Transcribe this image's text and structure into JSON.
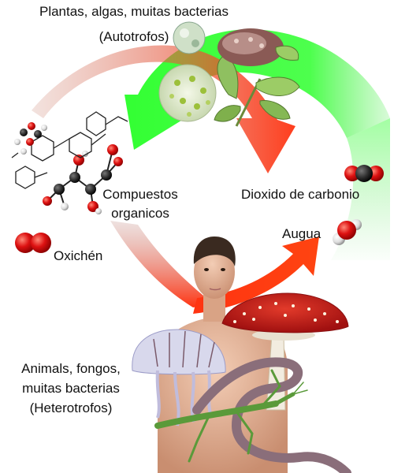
{
  "labels": {
    "autotrophs_line1": "Plantas, algas, muitas bacterias",
    "autotrophs_line2": "(Autotrofos)",
    "organic_line1": "Compuestos",
    "organic_line2": "organicos",
    "co2": "Dioxido de carbonio",
    "water": "Augua",
    "oxygen": "Oxichén",
    "heterotrophs_line1": "Animals, fongos,",
    "heterotrophs_line2": "muitas bacterias",
    "heterotrophs_line3": "(Heterotrofos)"
  },
  "colors": {
    "arrow_green": "#33ff33",
    "arrow_red": "#ff3311",
    "arrow_orange": "#dd6600",
    "oxygen_red": "#dd1111",
    "carbon_dark": "#2a2a2a"
  }
}
